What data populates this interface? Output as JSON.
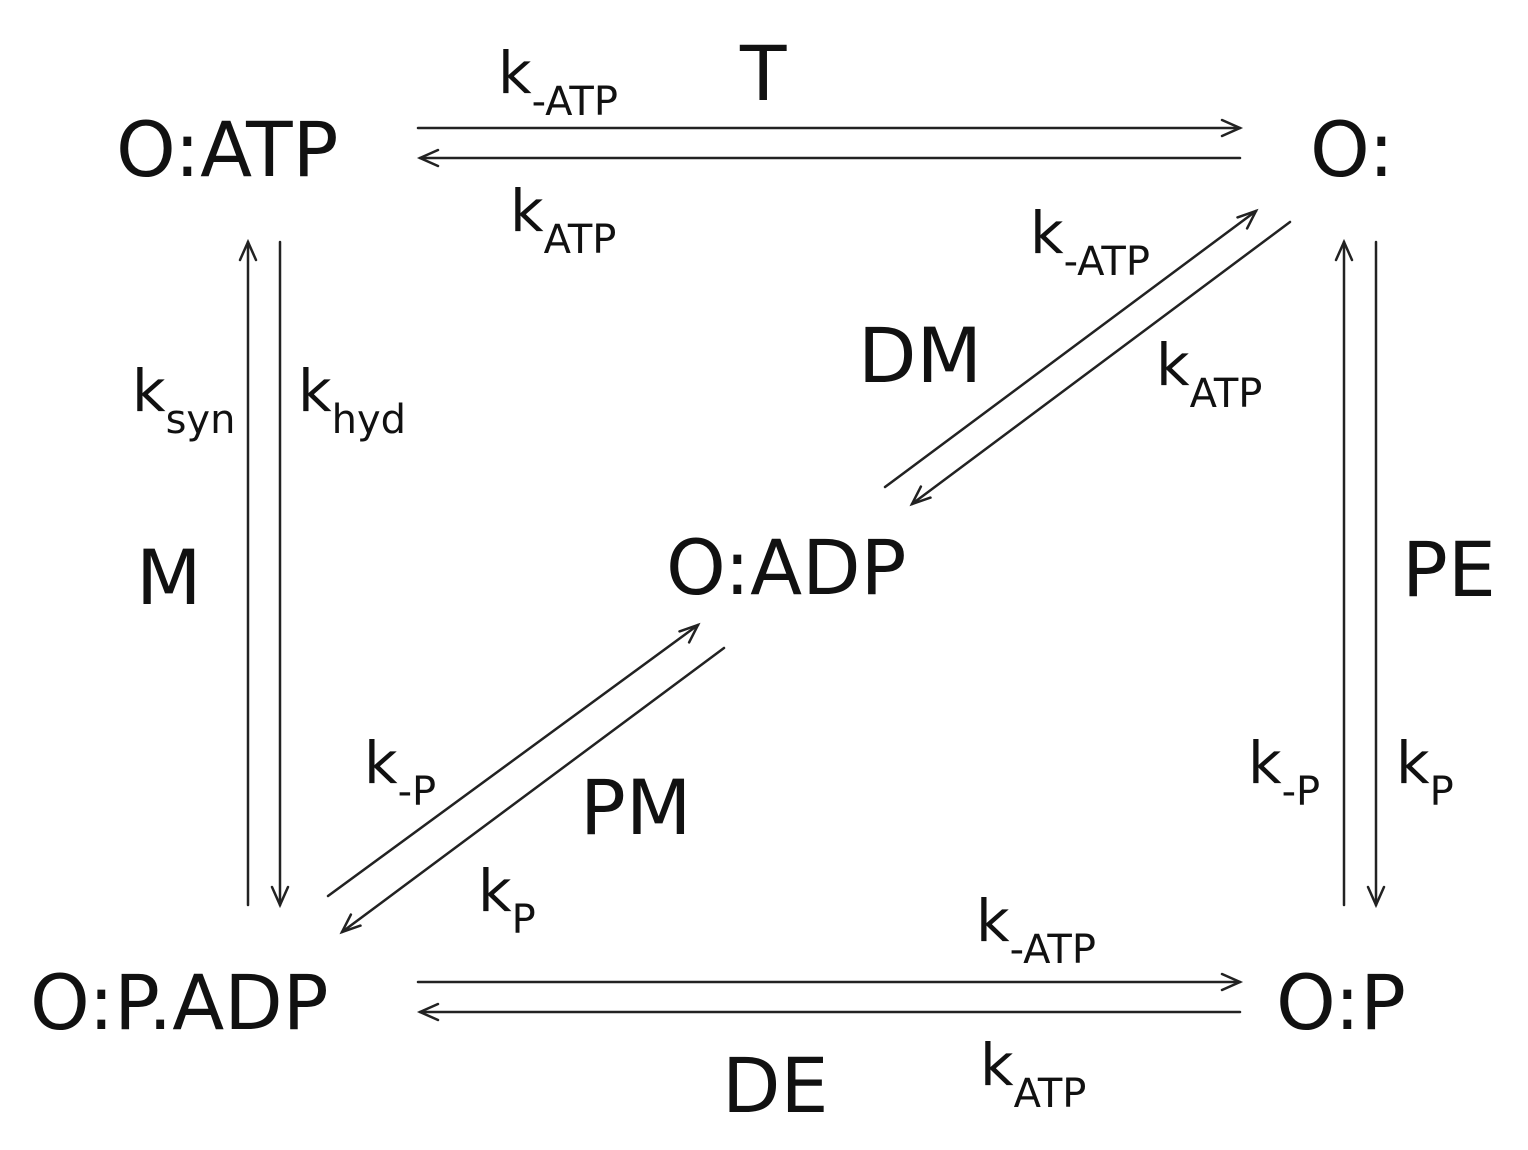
{
  "states": {
    "o_atp": "O:ATP",
    "o": "O:",
    "o_adp": "O:ADP",
    "o_p_adp": "O:P.ADP",
    "o_p": "O:P"
  },
  "processes": {
    "t": "T",
    "dm": "DM",
    "m": "M",
    "pe": "PE",
    "pm": "PM",
    "de": "DE"
  },
  "rates": {
    "top_forward": {
      "k": "k",
      "sub": "-ATP"
    },
    "top_reverse": {
      "k": "k",
      "sub": "ATP"
    },
    "dm_forward": {
      "k": "k",
      "sub": "-ATP"
    },
    "dm_reverse": {
      "k": "k",
      "sub": "ATP"
    },
    "left_up": {
      "k": "k",
      "sub": "syn"
    },
    "left_down": {
      "k": "k",
      "sub": "hyd"
    },
    "pm_forward": {
      "k": "k",
      "sub": "-P"
    },
    "pm_reverse": {
      "k": "k",
      "sub": "P"
    },
    "right_up": {
      "k": "k",
      "sub": "-P"
    },
    "right_down": {
      "k": "k",
      "sub": "P"
    },
    "bottom_forward": {
      "k": "k",
      "sub": "-ATP"
    },
    "bottom_reverse": {
      "k": "k",
      "sub": "ATP"
    }
  },
  "colors": {
    "ink": "#111111",
    "background": "#ffffff"
  }
}
